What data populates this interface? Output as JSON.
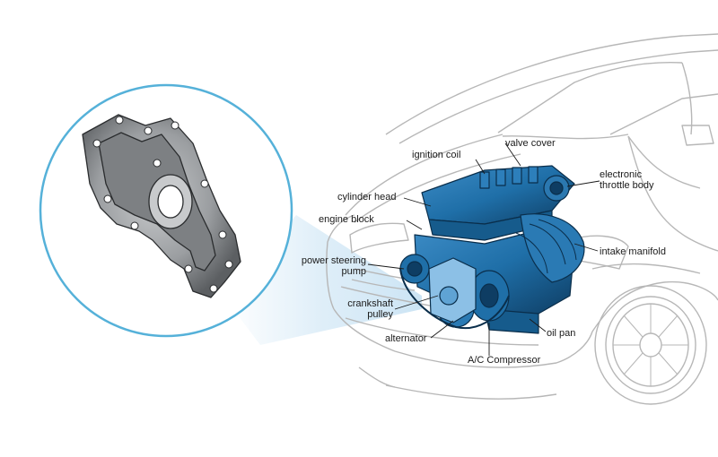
{
  "labels": {
    "ignition_coil": "ignition coil",
    "valve_cover": "valve cover",
    "electronic_throttle_body": "electronic\nthrottle body",
    "cylinder_head": "cylinder head",
    "engine_block": "engine block",
    "intake_manifold": "intake manifold",
    "power_steering_pump": "power steering\npump",
    "crankshaft_pulley": "crankshaft\npulley",
    "alternator": "alternator",
    "oil_pan": "oil pan",
    "ac_compressor": "A/C Compressor"
  },
  "colors": {
    "engine_blue": "#1f6fa8",
    "engine_blue_dark": "#0e3d63",
    "engine_blue_light": "#5fa3d4",
    "circle_ring": "#55b1d9",
    "callout_glow": "#cfe6f5",
    "car_line": "#b7b7b7",
    "part_gray": "#8f9295"
  }
}
